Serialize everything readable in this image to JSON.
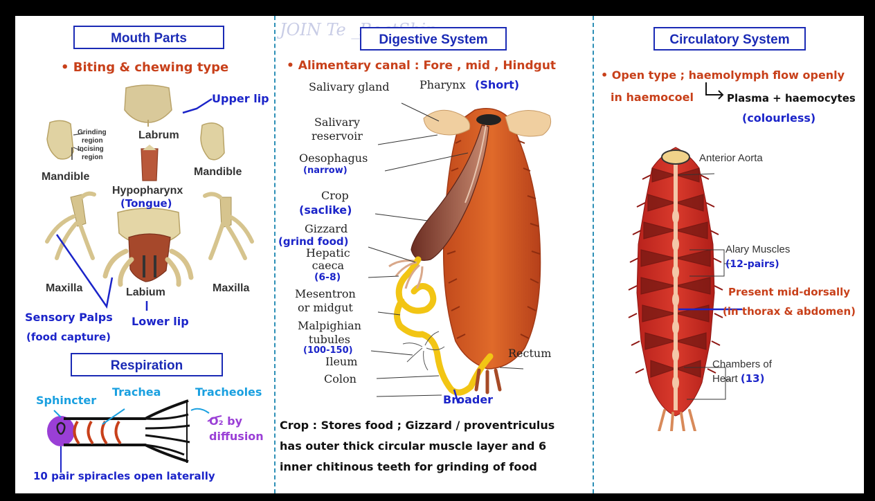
{
  "watermark": "JOIN Te         _BoatShip",
  "panels": {
    "mouth": {
      "title": "Mouth Parts",
      "type_note": "• Biting & chewing type",
      "labels": {
        "upper_lip": "Upper lip",
        "labrum": "Labrum",
        "grinding": "Grinding",
        "region1": "region",
        "incising": "Incising",
        "region2": "region",
        "mandible_left": "Mandible",
        "mandible_right": "Mandible",
        "hypopharynx": "Hypopharynx",
        "tongue": "(Tongue)",
        "maxilla_left": "Maxilla",
        "maxilla_right": "Maxilla",
        "labium": "Labium",
        "lower_lip": "Lower lip",
        "sensory_palps": "Sensory Palps",
        "food_capture": "(food capture)"
      }
    },
    "respiration": {
      "title": "Respiration",
      "labels": {
        "sphincter": "Sphincter",
        "trachea": "Trachea",
        "tracheoles": "Tracheoles",
        "o2_by": "O₂ by",
        "diffusion": "diffusion",
        "spiracles": "10 pair spiracles open laterally"
      }
    },
    "digestive": {
      "title": "Digestive System",
      "canal_note": "• Alimentary canal : Fore , mid , Hindgut",
      "labels": {
        "salivary_gland": "Salivary gland",
        "pharynx": "Pharynx",
        "short": "(Short)",
        "salivary": "Salivary",
        "reservoir": "reservoir",
        "oesophagus": "Oesophagus",
        "narrow": "(narrow)",
        "crop": "Crop",
        "saclike": "(saclike)",
        "gizzard": "Gizzard",
        "grind_food": "(grind food)",
        "hepatic": "Hepatic",
        "caeca": "caeca",
        "caeca_count": "(6-8)",
        "mesentron": "Mesentron",
        "or_midgut": "or midgut",
        "malpighian": "Malpighian",
        "tubules": "tubules",
        "tubules_count": "(100-150)",
        "ileum": "Ileum",
        "colon": "Colon",
        "rectum": "Rectum",
        "broader": "Broader"
      },
      "note_lines": [
        "Crop : Stores food ; Gizzard / proventriculus",
        "has outer thick circular muscle layer and 6",
        "inner chitinous teeth for grinding of food"
      ]
    },
    "circulatory": {
      "title": "Circulatory System",
      "note1": "• Open type ; haemolymph flow openly",
      "note2": "in haemocoel",
      "plasma": "Plasma + haemocytes",
      "colourless": "(colourless)",
      "labels": {
        "anterior_aorta": "Anterior Aorta",
        "alary_muscles": "Alary Muscles",
        "pairs": "(12-pairs)",
        "present": "Present mid-dorsally",
        "thorax": "(in thorax & abdomen)",
        "chambers_of": "Chambers of",
        "heart": "Heart",
        "heart_count": "(13)"
      }
    }
  },
  "colors": {
    "title_blue": "#1a2ab5",
    "note_red": "#c8401a",
    "ink_blue": "#1b24c9",
    "cyan": "#1aa0e0",
    "purple": "#9a3fd6",
    "divider": "#2c8fb6"
  }
}
